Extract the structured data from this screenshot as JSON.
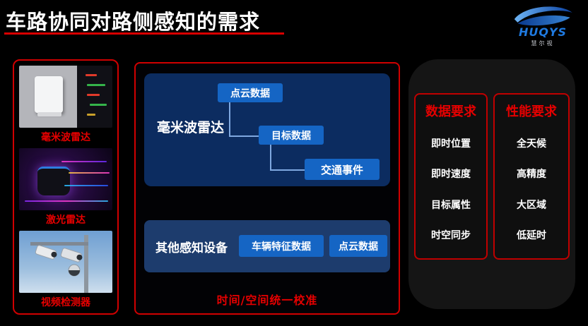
{
  "header": {
    "title": "车路协同对路侧感知的需求",
    "logo": {
      "name": "HUQYS",
      "subname": "慧尔视"
    }
  },
  "sensors": {
    "items": [
      {
        "label": "毫米波雷达",
        "icon": "radar-device-photo"
      },
      {
        "label": "激光雷达",
        "icon": "lidar-device-photo"
      },
      {
        "label": "视频检测器",
        "icon": "camera-device-photo"
      }
    ]
  },
  "flow": {
    "radar": {
      "title": "毫米波雷达",
      "nodes": [
        {
          "label": "点云数据"
        },
        {
          "label": "目标数据"
        },
        {
          "label": "交通事件"
        }
      ]
    },
    "other": {
      "title": "其他感知设备",
      "nodes": [
        {
          "label": "车辆特征数据"
        },
        {
          "label": "点云数据"
        }
      ]
    },
    "footer": "时间/空间统一校准"
  },
  "requirements": {
    "columns": [
      {
        "header": "数据要求",
        "items": [
          "即时位置",
          "即时速度",
          "目标属性",
          "时空同步"
        ]
      },
      {
        "header": "性能要求",
        "items": [
          "全天候",
          "高精度",
          "大区域",
          "低延时"
        ]
      }
    ]
  },
  "colors": {
    "accent_red": "#d80000",
    "node_blue": "#1565c4",
    "panel_navy": "#0c2c60",
    "logo_blue": "#1f7ae0"
  }
}
